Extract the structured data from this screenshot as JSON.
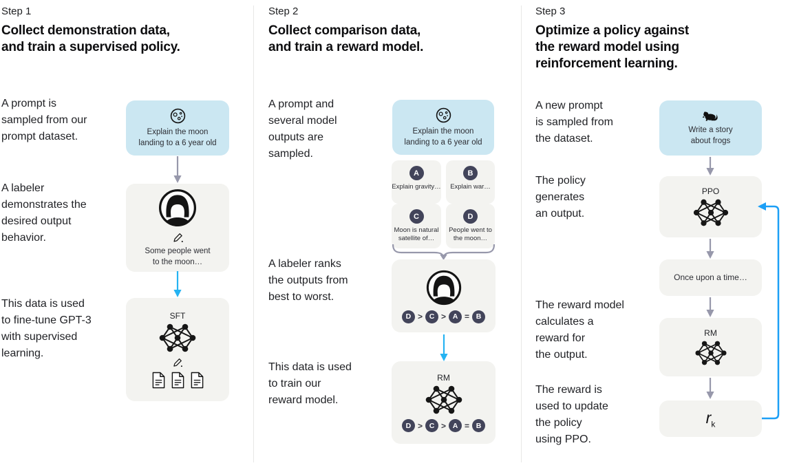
{
  "colors": {
    "prompt_box_bg": "#cbe7f2",
    "node_box_bg": "#f3f3f0",
    "badge_bg": "#42445a",
    "arrow_gray": "#9798ab",
    "arrow_blue": "#25b3f2",
    "loop_blue": "#1c9ff6",
    "divider": "#e7e7e6"
  },
  "steps": [
    {
      "label": "Step 1",
      "title": "Collect demonstration data,\nand train a supervised policy.",
      "annotations": [
        "A prompt is\nsampled from our\nprompt dataset.",
        "A labeler\ndemonstrates the\ndesired output\nbehavior.",
        "This data is used\nto fine-tune GPT-3\nwith supervised\nlearning."
      ],
      "prompt_box": {
        "icon": "moon",
        "text": "Explain the moon\nlanding to a 6 year old"
      },
      "labeler_box": {
        "icon": "labeler-avatar, pencil",
        "text": "Some people went\nto the moon…"
      },
      "model_box": {
        "label": "SFT",
        "icons": "neural-network, pencil, documents"
      }
    },
    {
      "label": "Step 2",
      "title": "Collect comparison data,\nand train a reward model.",
      "annotations": [
        "A prompt and\nseveral model\noutputs are\nsampled.",
        "A labeler ranks\nthe outputs from\nbest to worst.",
        "This data is used\nto train our\nreward model."
      ],
      "prompt_box": {
        "icon": "moon",
        "text": "Explain the moon\nlanding to a 6 year old"
      },
      "outputs": [
        {
          "letter": "A",
          "text": "Explain gravity…"
        },
        {
          "letter": "B",
          "text": "Explain war…"
        },
        {
          "letter": "C",
          "text": "Moon is natural\nsatellite of…"
        },
        {
          "letter": "D",
          "text": "People went to\nthe moon…"
        }
      ],
      "ranking": [
        "D",
        ">",
        "C",
        ">",
        "A",
        "=",
        "B"
      ],
      "model_box": {
        "label": "RM",
        "icons": "neural-network"
      }
    },
    {
      "label": "Step 3",
      "title": "Optimize a policy against\nthe reward model using\nreinforcement learning.",
      "annotations": [
        "A new prompt\nis sampled from\nthe dataset.",
        "The policy\ngenerates\nan output.",
        "The reward model\ncalculates a\nreward for\nthe output.",
        "The reward is\nused to update\nthe policy\nusing PPO."
      ],
      "prompt_box": {
        "icon": "frog",
        "text": "Write a story\nabout frogs"
      },
      "policy_box": {
        "label": "PPO",
        "icons": "neural-network"
      },
      "output_box": {
        "text": "Once upon a time…"
      },
      "reward_model_box": {
        "label": "RM",
        "icons": "neural-network"
      },
      "reward_box": {
        "base": "r",
        "sub": "k"
      }
    }
  ]
}
